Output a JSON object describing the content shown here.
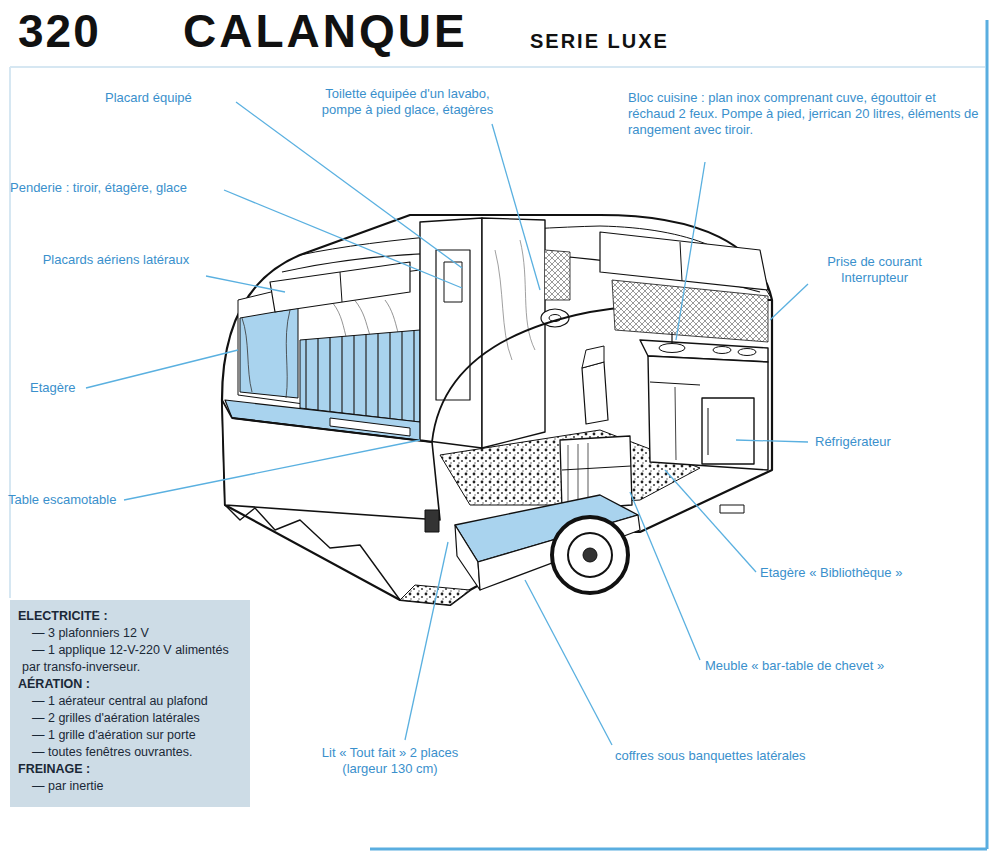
{
  "diagram": {
    "title": "CALANQUE",
    "nodes": [
      {
        "text": [
          "ELECTRICITE :",
          "— 3 plafonniers 12 V",
          "— 1 applique 12-V-220 V alimentés par transfo-inverseur.",
          "AÉRATION :",
          "— 1 aérateur central au plafond",
          "— 2 grilles d'aération latérales",
          "— 1 grille d'aération sur porte",
          "— toutes fenêtres ouvrantes.",
          "FREINAGE :",
          "— par inertie"
        ]
      }
    ],
    "labels": [
      "320",
      "SERIE LUXE",
      "Placard équipé",
      "Toilette équipée d'un lavabo, pompe à pied glace, étagères",
      "Bloc cuisine : plan inox comprenant cuve, égouttoir et réchaud 2 feux. Pompe à pied, jerrican 20 litres, éléments de rangement avec tiroir.",
      "Penderie : tiroir, étagère, glace",
      "Placards aériens latéraux",
      "Prise de courant Interrupteur",
      "Etagère",
      "Réfrigérateur",
      "Table escamotable",
      "Etagère « Bibliothèque »",
      "Meuble « bar-table de chevet »",
      "Lit « Tout fait » 2 places (largeur 130 cm)",
      "coffres sous banquettes latérales"
    ]
  }
}
